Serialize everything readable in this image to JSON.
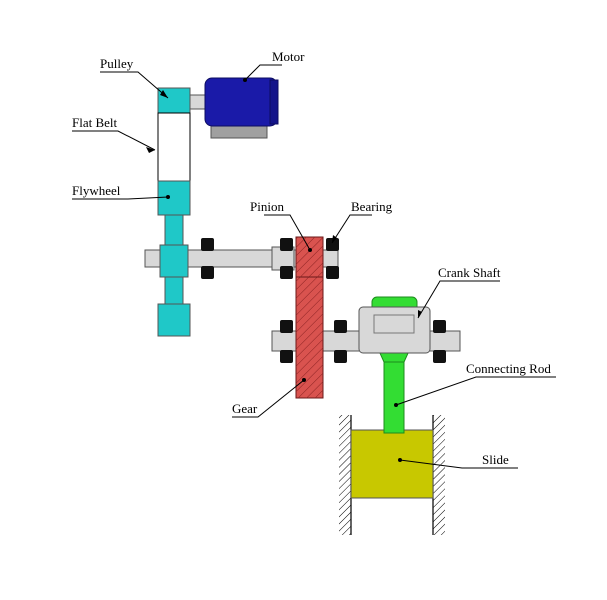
{
  "labels": {
    "pulley": "Pulley",
    "motor": "Motor",
    "flat_belt": "Flat Belt",
    "flywheel": "Flywheel",
    "pinion": "Pinion",
    "bearing": "Bearing",
    "crank_shaft": "Crank Shaft",
    "connecting_rod": "Connecting Rod",
    "gear": "Gear",
    "slide": "Slide"
  },
  "colors": {
    "pulley": "#1fc8c8",
    "motor": "#1a1aa8",
    "motor_base": "#a0a0a0",
    "shaft": "#d8d8d8",
    "gear": "#d9534f",
    "crank": "#33dd33",
    "slide": "#c8c800",
    "nut": "#111111"
  }
}
